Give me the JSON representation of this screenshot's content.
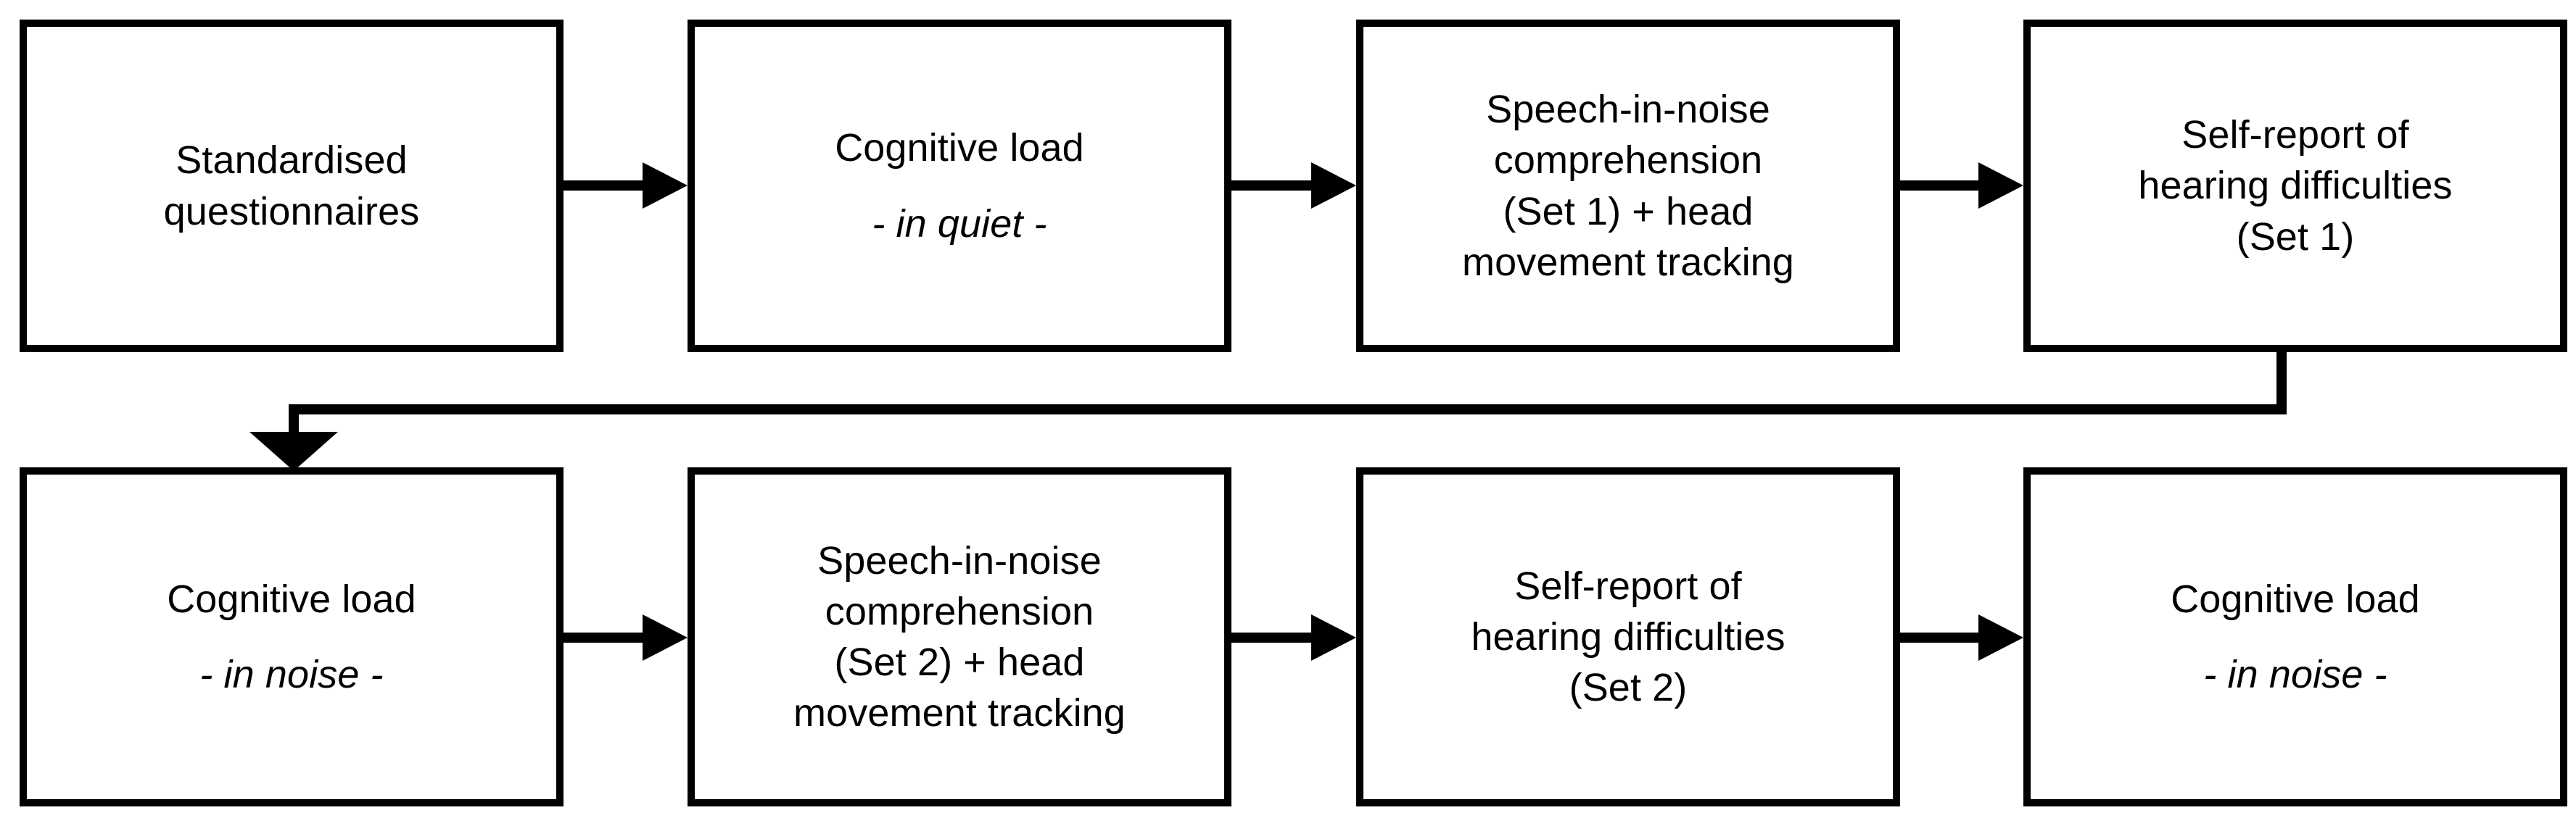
{
  "diagram": {
    "title": "Experimental session procedure flowchart",
    "colors": {
      "stroke": "#000000",
      "fill": "#ffffff",
      "background": "#ffffff"
    },
    "rows": [
      {
        "id": "row-1",
        "nodes": [
          {
            "id": "node-standardised-questionnaires",
            "name": "standardised-questionnaires",
            "lines": [
              {
                "text": "Standardised",
                "italic": false,
                "spaced": false
              },
              {
                "text": "questionnaires",
                "italic": false,
                "spaced": false
              }
            ]
          },
          {
            "id": "node-cognitive-load-quiet",
            "name": "cognitive-load-in-quiet",
            "lines": [
              {
                "text": "Cognitive load",
                "italic": false,
                "spaced": false
              },
              {
                "text": "- in quiet -",
                "italic": true,
                "spaced": true
              }
            ]
          },
          {
            "id": "node-speech-in-noise-set-1",
            "name": "speech-in-noise-comprehension-set-1",
            "lines": [
              {
                "text": "Speech-in-noise",
                "italic": false,
                "spaced": false
              },
              {
                "text": "comprehension",
                "italic": false,
                "spaced": false
              },
              {
                "text": "(Set 1) + head",
                "italic": false,
                "spaced": false
              },
              {
                "text": "movement tracking",
                "italic": false,
                "spaced": false
              }
            ]
          },
          {
            "id": "node-self-report-set-1",
            "name": "self-report-hearing-difficulties-set-1",
            "lines": [
              {
                "text": "Self-report of",
                "italic": false,
                "spaced": false
              },
              {
                "text": "hearing difficulties",
                "italic": false,
                "spaced": false
              },
              {
                "text": "(Set 1)",
                "italic": false,
                "spaced": false
              }
            ]
          }
        ]
      },
      {
        "id": "row-2",
        "nodes": [
          {
            "id": "node-cognitive-load-noise-1",
            "name": "cognitive-load-in-noise-first",
            "lines": [
              {
                "text": "Cognitive load",
                "italic": false,
                "spaced": false
              },
              {
                "text": "- in noise -",
                "italic": true,
                "spaced": true
              }
            ]
          },
          {
            "id": "node-speech-in-noise-set-2",
            "name": "speech-in-noise-comprehension-set-2",
            "lines": [
              {
                "text": "Speech-in-noise",
                "italic": false,
                "spaced": false
              },
              {
                "text": "comprehension",
                "italic": false,
                "spaced": false
              },
              {
                "text": "(Set 2) + head",
                "italic": false,
                "spaced": false
              },
              {
                "text": "movement tracking",
                "italic": false,
                "spaced": false
              }
            ]
          },
          {
            "id": "node-self-report-set-2",
            "name": "self-report-hearing-difficulties-set-2",
            "lines": [
              {
                "text": "Self-report of",
                "italic": false,
                "spaced": false
              },
              {
                "text": "hearing difficulties",
                "italic": false,
                "spaced": false
              },
              {
                "text": "(Set 2)",
                "italic": false,
                "spaced": false
              }
            ]
          },
          {
            "id": "node-cognitive-load-noise-2",
            "name": "cognitive-load-in-noise-second",
            "lines": [
              {
                "text": "Cognitive load",
                "italic": false,
                "spaced": false
              },
              {
                "text": "- in noise -",
                "italic": true,
                "spaced": true
              }
            ]
          }
        ]
      }
    ],
    "connectors": [
      {
        "id": "arrow-r1-1-2",
        "from": "node-standardised-questionnaires",
        "to": "node-cognitive-load-quiet",
        "kind": "arrow-right"
      },
      {
        "id": "arrow-r1-2-3",
        "from": "node-cognitive-load-quiet",
        "to": "node-speech-in-noise-set-1",
        "kind": "arrow-right"
      },
      {
        "id": "arrow-r1-3-4",
        "from": "node-speech-in-noise-set-1",
        "to": "node-self-report-set-1",
        "kind": "arrow-right"
      },
      {
        "id": "arrow-wrap",
        "from": "node-self-report-set-1",
        "to": "node-cognitive-load-noise-1",
        "kind": "elbow-down-left-down"
      },
      {
        "id": "arrow-r2-1-2",
        "from": "node-cognitive-load-noise-1",
        "to": "node-speech-in-noise-set-2",
        "kind": "arrow-right"
      },
      {
        "id": "arrow-r2-2-3",
        "from": "node-speech-in-noise-set-2",
        "to": "node-self-report-set-2",
        "kind": "arrow-right"
      },
      {
        "id": "arrow-r2-3-4",
        "from": "node-self-report-set-2",
        "to": "node-cognitive-load-noise-2",
        "kind": "arrow-right"
      }
    ]
  }
}
